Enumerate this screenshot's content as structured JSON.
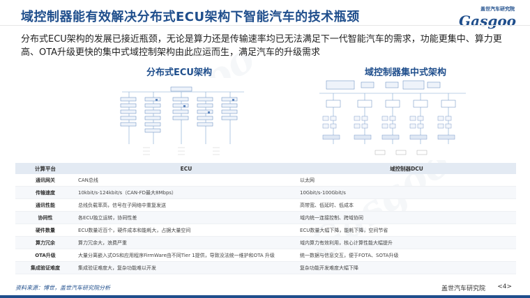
{
  "header": {
    "title": "域控制器能有效解决分布式ECU架构下智能汽车的技术瓶颈",
    "logo_cn": "盖世汽车研究院",
    "logo_en": "Gasgoo"
  },
  "intro": "分布式ECU架构的发展已接近瓶颈，无论是算力还是传输速率均已无法满足下一代智能汽车的需求，功能更集中、算力更高、OTA升级更快的集中式域控制架构由此应运而生，满足汽车的升级需求",
  "diagrams": {
    "left_title": "分布式ECU架构",
    "right_title": "域控制器集中式架构"
  },
  "table": {
    "headers": [
      "计算平台",
      "ECU",
      "域控制器DCU"
    ],
    "rows": [
      {
        "label": "通讯网关",
        "ecu": "CAN总线",
        "dcu": "以太网"
      },
      {
        "label": "传输速度",
        "ecu": "10kbit/s-124kbit/s（CAN-FD最大8Mbps）",
        "dcu": "10Gbit/s-100Gbit/s"
      },
      {
        "label": "通讯性能",
        "ecu": "总线负载率高，信号在子网络中重复发送",
        "dcu": "高带宽、低延时、低成本"
      },
      {
        "label": "协同性",
        "ecu": "各ECU独立运转，协同性差",
        "dcu": "域内统一连接控制、跨域协同"
      },
      {
        "label": "硬件数量",
        "ecu": "ECU数量近百个，硬件成本和能耗大，占据大量空间",
        "dcu": "ECU数量大幅下降，能耗下降，空间节省"
      },
      {
        "label": "算力冗余",
        "ecu": "算力冗余大，浪费严重",
        "dcu": "域内算力有效利用，核心计算性能大幅提升"
      },
      {
        "label": "OTA升级",
        "ecu": "大量分离嵌入式OS和应用程序FirmWare由不同Tier 1提供，导致没法统一维护和OTA 升级",
        "dcu": "统一数据与信息交互，便于FOTA、SOTA升级"
      },
      {
        "label": "集成验证难度",
        "ecu": "集成验证难度大，复杂功能难以开发",
        "dcu": "复杂功能开发难度大幅下降"
      }
    ]
  },
  "footer": {
    "source": "资料来源：博世，盖世汽车研究院分析",
    "org": "盖世汽车研究院",
    "page": "<4>"
  }
}
